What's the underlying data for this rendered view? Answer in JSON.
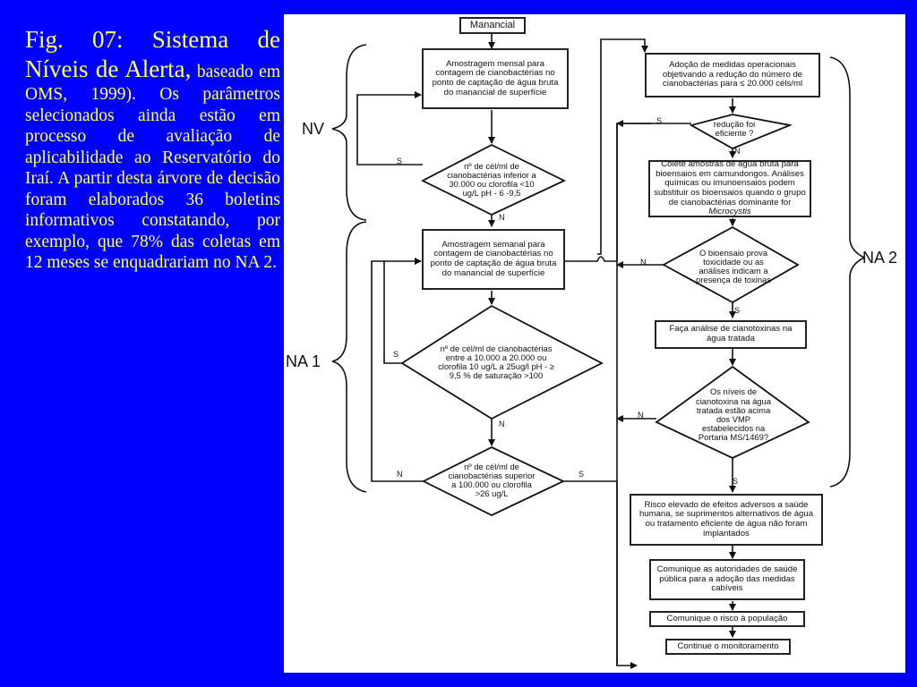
{
  "caption": {
    "title": "Fig. 07: Sistema de Níveis de Alerta,",
    "body": "baseado em OMS, 1999). Os parâmetros selecionados ainda estão em processo de avaliação de aplicabilidade ao Reservatório do Iraí. A partir desta árvore de decisão foram elaborados 36 boletins informativos constatando, por exemplo, que 78% das coletas em 12 meses se enquadrariam no NA 2."
  },
  "flowchart": {
    "levels": {
      "nv": "NV",
      "na1": "NA 1",
      "na2": "NA 2"
    },
    "left": {
      "manancial": "Manancial",
      "monthly_sampling": "Amostragem mensal para contagem de cianobactérias no ponto de captação de água bruta do manancial de superfície",
      "decision1": "nº de cél/ml de cianobactérias inferior a 30.000 ou clorofila <10 ug/L pH - 6 -9,5",
      "weekly_sampling": "Amostragem semanal para contagem de cianobactérias no ponto de captação de água bruta do manancial de superfície",
      "decision2": "nº de cél/ml de cianobactérias entre a 10.000 a 20.000 ou clorofila 10 ug/L a 25ug/l pH - ≥ 9,5 % de saturação >100",
      "decision3": "nº de cél/ml de cianobactérias superior a 100.000 ou clorofila >26 ug/L"
    },
    "right": {
      "operational_measures": "Adoção de medidas operacionais objetivando a redução do número de cianobactérias para ≤ 20.000 céls/ml",
      "decision_reduction": "redução foi eficiente ?",
      "collect_samples_a": "Colete amostras de água bruta para bioensaios em camundongos. Análises químicas ou imunoensaios podem substituir os bioensaios quando o grupo de cianobactérias dominante for",
      "collect_samples_b": "Microcystis",
      "decision_toxicity": "O bioensaio prova toxicidade ou as análises indicam a presença de toxinas",
      "cyanotoxin_analysis": "Faça análise de cianotoxinas na água tratada",
      "decision_vmp": "Os níveis de cianotoxina na água tratada estão acima dos VMP estabelecidos na Portaria MS/1469?",
      "high_risk": "Risco elevado de efeitos adversos a saúde humana, se suprimentos alternativos de água ou tratamento eficiente de água não foram implantados",
      "notify_authorities": "Comunique as autoridades de saúde pública para a adoção das medidas cabíveis",
      "notify_population": "Comunique o risco à população",
      "continue_monitoring": "Continue o monitoramento"
    },
    "edge_labels": {
      "yes": "S",
      "no": "N"
    }
  }
}
